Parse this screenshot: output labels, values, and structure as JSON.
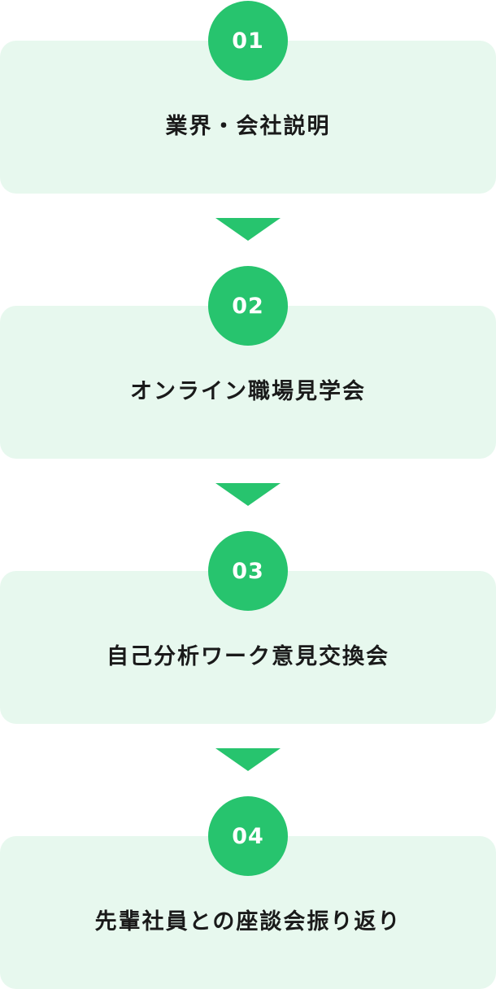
{
  "colors": {
    "accent": "#27c46e",
    "card_background": "#e7f8ee",
    "text": "#1a1a1a"
  },
  "steps": [
    {
      "number": "01",
      "label": "業界・会社説明"
    },
    {
      "number": "02",
      "label": "オンライン職場見学会"
    },
    {
      "number": "03",
      "label": "自己分析ワーク意見交換会"
    },
    {
      "number": "04",
      "label": "先輩社員との座談会振り返り"
    }
  ]
}
